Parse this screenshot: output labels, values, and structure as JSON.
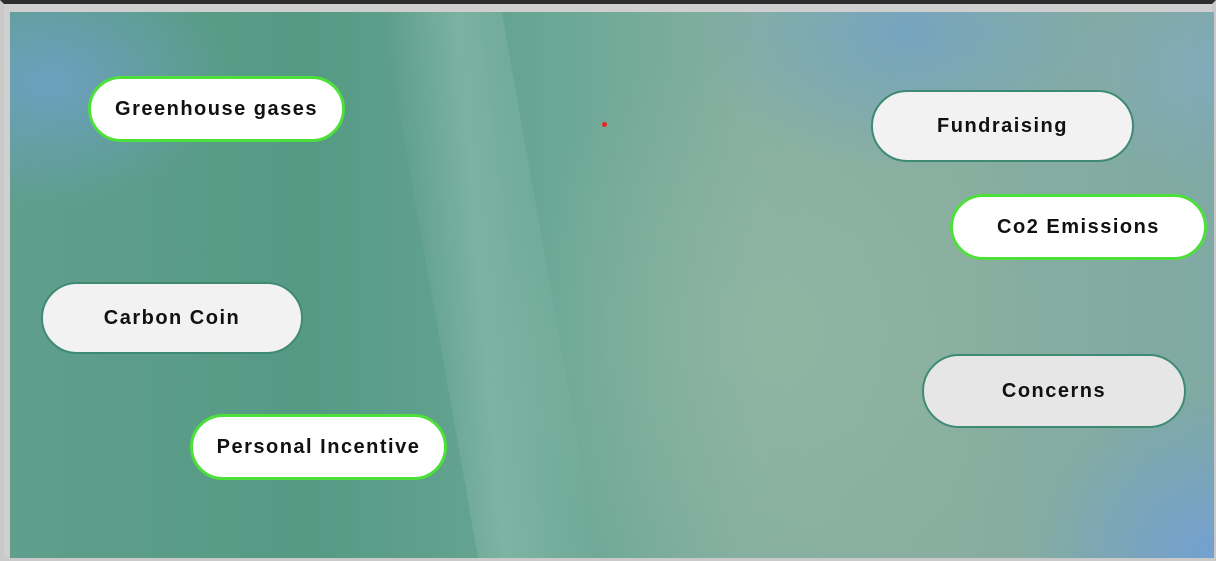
{
  "board": {
    "buttons": [
      {
        "label": "Greenhouse gases",
        "state": "selected"
      },
      {
        "label": "Fundraising",
        "state": "unselected"
      },
      {
        "label": "Co2 Emissions",
        "state": "selected"
      },
      {
        "label": "Carbon Coin",
        "state": "unselected"
      },
      {
        "label": "Concerns",
        "state": "unselected"
      },
      {
        "label": "Personal Incentive",
        "state": "selected"
      }
    ]
  },
  "colors": {
    "selected_border": "#4de03a",
    "unselected_border": "#3f8a74",
    "cursor_dot": "#e8261f"
  }
}
